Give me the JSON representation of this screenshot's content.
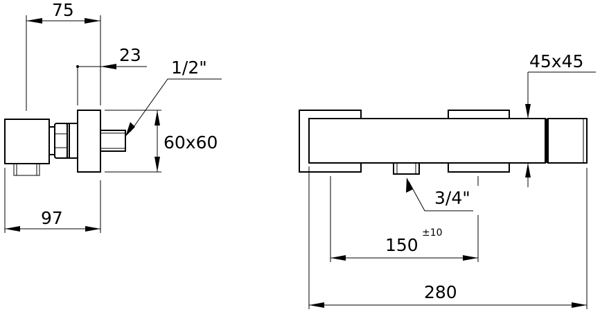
{
  "drawing": {
    "type": "technical dimension drawing (shower mixer, side and front views)",
    "units": "mm",
    "side_view": {
      "dim_depth_top": "75",
      "dim_axis_offset": "23",
      "dim_inlet_thread": "1/2\"",
      "dim_flange_size": "60x60",
      "dim_depth_bottom": "97"
    },
    "front_view": {
      "dim_body_section": "45x45",
      "dim_outlet_thread": "3/4\"",
      "dim_center_distance": "150",
      "dim_center_tolerance": "±10",
      "dim_overall_length": "280"
    },
    "colors": {
      "line": "#000000",
      "background": "#ffffff"
    }
  }
}
